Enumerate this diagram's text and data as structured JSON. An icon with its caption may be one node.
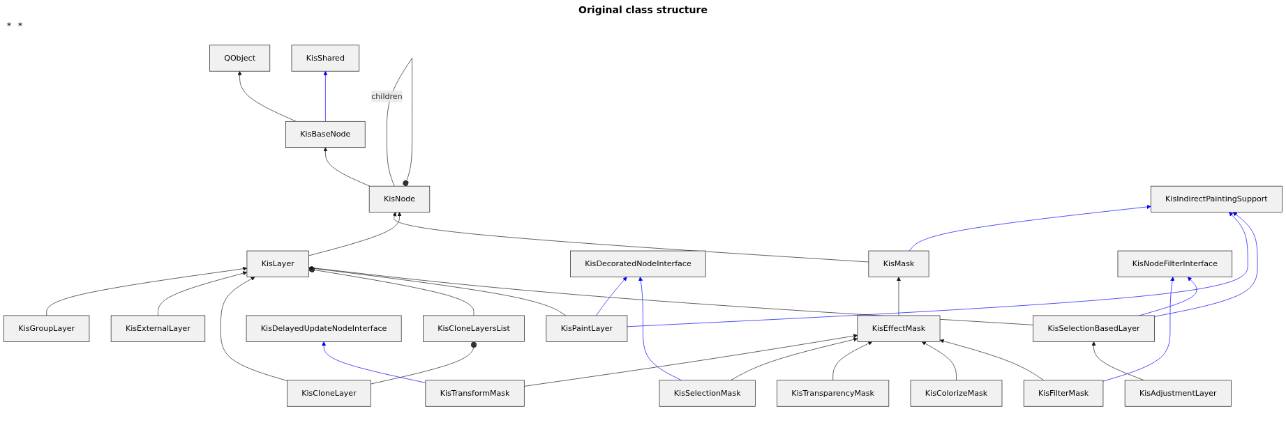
{
  "diagram": {
    "title": "Original class structure",
    "nodes": [
      {
        "text": [
          "QObject"
        ]
      },
      {
        "text": [
          "KisShared"
        ]
      },
      {
        "text": [
          "KisBaseNode"
        ]
      },
      {
        "text": [
          "KisNode"
        ]
      },
      {
        "text": [
          "KisIndirectPaintingSupport"
        ]
      },
      {
        "text": [
          "KisLayer"
        ]
      },
      {
        "text": [
          "KisDecoratedNodeInterface"
        ]
      },
      {
        "text": [
          "KisMask"
        ]
      },
      {
        "text": [
          "KisNodeFilterInterface"
        ]
      },
      {
        "text": [
          "KisGroupLayer"
        ]
      },
      {
        "text": [
          "KisExternalLayer"
        ]
      },
      {
        "text": [
          "KisCloneLayer"
        ]
      },
      {
        "text": [
          "KisPaintLayer"
        ]
      },
      {
        "text": [
          "KisDelayedUpdateNodeInterface"
        ]
      },
      {
        "text": [
          "KisEffectMask"
        ]
      },
      {
        "text": [
          "KisSelectionBasedLayer"
        ]
      },
      {
        "text": [
          "KisCloneLayersList"
        ]
      },
      {
        "text": [
          "KisTransformMask"
        ]
      },
      {
        "text": [
          "KisSelectionMask"
        ]
      },
      {
        "text": [
          "KisTransparencyMask"
        ]
      },
      {
        "text": [
          "KisColorizeMask"
        ]
      },
      {
        "text": [
          "KisFilterMask"
        ]
      },
      {
        "text": [
          "KisAdjustmentLayer"
        ]
      }
    ],
    "edges": [
      {
        "from": 2,
        "to": 0,
        "arrow": "to"
      },
      {
        "from": 2,
        "to": 1,
        "arrow": "to",
        "color": "#0000ff"
      },
      {
        "from": 3,
        "to": 2,
        "arrow": "to"
      },
      {
        "from": 3,
        "to": 3,
        "arrow": "other",
        "label": "children"
      },
      {
        "from": 7,
        "to": 3,
        "arrow": "to"
      },
      {
        "from": 5,
        "to": 3,
        "arrow": "to"
      },
      {
        "from": 7,
        "to": 4,
        "arrow": "to",
        "color": "#0000ff"
      },
      {
        "from": 12,
        "to": 4,
        "arrow": "to",
        "color": "#0000ff"
      },
      {
        "from": 15,
        "to": 4,
        "arrow": "to",
        "color": "#0000ff"
      },
      {
        "from": 9,
        "to": 5,
        "arrow": "to"
      },
      {
        "from": 10,
        "to": 5,
        "arrow": "to"
      },
      {
        "from": 11,
        "to": 5,
        "arrow": "to"
      },
      {
        "from": 5,
        "to": 16,
        "arrow": "other"
      },
      {
        "from": 12,
        "to": 5,
        "arrow": "to"
      },
      {
        "from": 15,
        "to": 5,
        "arrow": "to"
      },
      {
        "from": 12,
        "to": 6,
        "arrow": "to",
        "color": "#0000ff"
      },
      {
        "from": 18,
        "to": 6,
        "arrow": "to",
        "color": "#0000ff"
      },
      {
        "from": 14,
        "to": 7,
        "arrow": "to"
      },
      {
        "from": 21,
        "to": 8,
        "arrow": "to",
        "color": "#0000ff"
      },
      {
        "from": 15,
        "to": 8,
        "arrow": "to",
        "color": "#0000ff"
      },
      {
        "from": 16,
        "to": 11,
        "arrow": "other"
      },
      {
        "from": 17,
        "to": 13,
        "arrow": "to",
        "color": "#0000ff"
      },
      {
        "from": 17,
        "to": 14,
        "arrow": "to"
      },
      {
        "from": 18,
        "to": 14,
        "arrow": "to"
      },
      {
        "from": 19,
        "to": 14,
        "arrow": "to"
      },
      {
        "from": 20,
        "to": 14,
        "arrow": "to"
      },
      {
        "from": 21,
        "to": 14,
        "arrow": "to"
      },
      {
        "from": 22,
        "to": 15,
        "arrow": "to"
      }
    ],
    "labels": [
      "*",
      "*"
    ]
  }
}
